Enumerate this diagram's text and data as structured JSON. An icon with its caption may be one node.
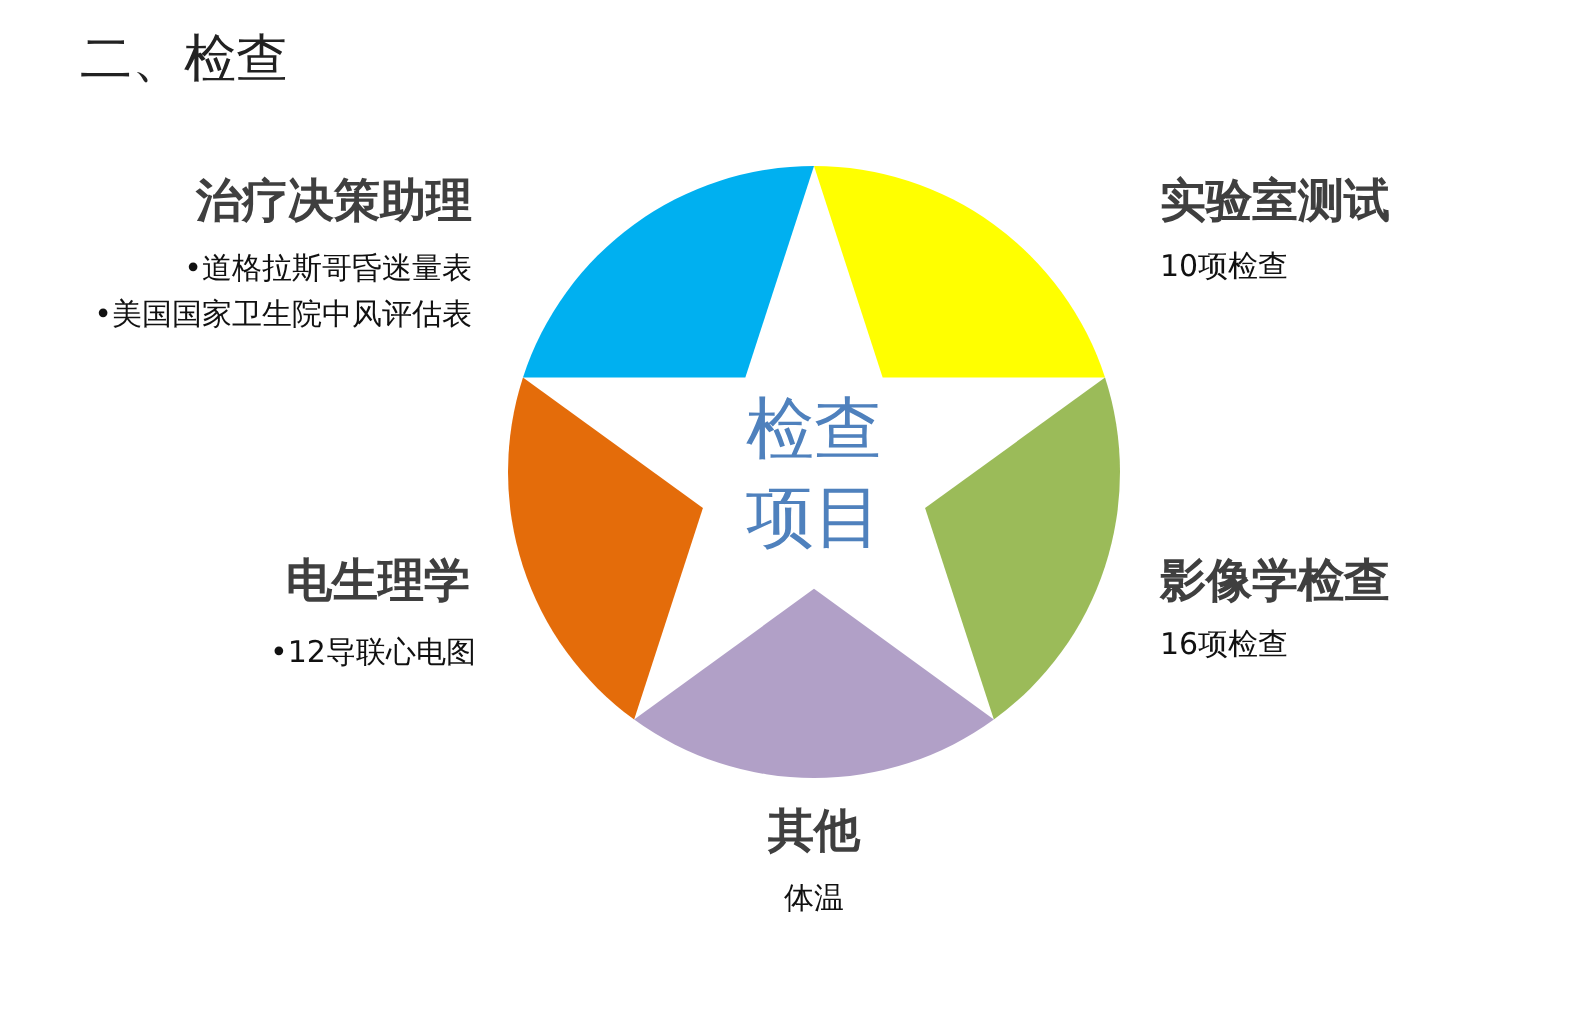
{
  "diagram": {
    "title": "二、检查",
    "nodes": [
      {
        "text": [
          "治疗决策助理",
          "•道格拉斯哥昏迷量表",
          "•美国国家卫生院中风评估表"
        ]
      },
      {
        "text": [
          "实验室测试",
          "10项检查"
        ]
      },
      {
        "text": [
          "检查项目"
        ]
      },
      {
        "text": [
          "电生理学",
          "•12导联心电图"
        ]
      },
      {
        "text": [
          "影像学检查",
          "16项检查"
        ]
      },
      {
        "text": [
          "其他",
          "体温"
        ]
      }
    ]
  }
}
